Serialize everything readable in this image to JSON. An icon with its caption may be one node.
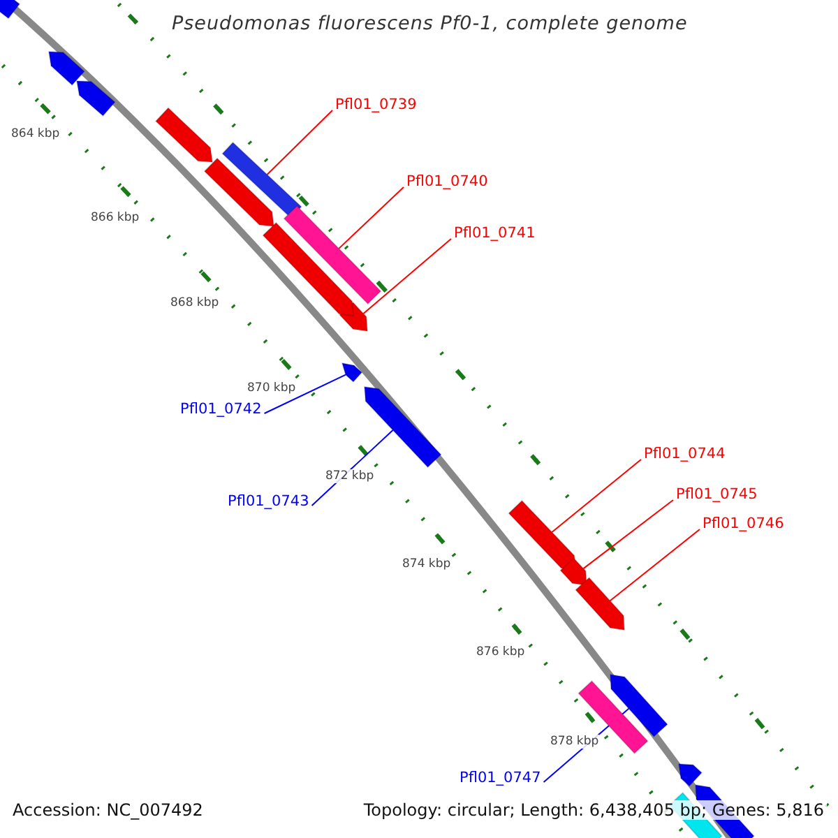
{
  "diagram": {
    "title": "Pseudomonas fluorescens Pf0-1, complete genome",
    "nodes": [
      {
        "text": [
          "Pfl01_0739"
        ]
      },
      {
        "text": [],
        "shape": "bar"
      },
      {
        "text": [
          "Pfl01_0740"
        ]
      },
      {
        "text": [],
        "shape": "bar"
      },
      {
        "text": [
          "Pfl01_0741"
        ]
      },
      {
        "text": [],
        "shape": "arrow"
      },
      {
        "text": [
          "Pfl01_0742"
        ]
      },
      {
        "text": [],
        "shape": "arrow"
      },
      {
        "text": [
          "Pfl01_0743"
        ]
      },
      {
        "text": [],
        "shape": "arrow"
      },
      {
        "text": [
          "Pfl01_0744"
        ]
      },
      {
        "text": [],
        "shape": "arrow"
      },
      {
        "text": [
          "Pfl01_0745"
        ]
      },
      {
        "text": [],
        "shape": "arrow"
      },
      {
        "text": [
          "Pfl01_0746"
        ]
      },
      {
        "text": [],
        "shape": "arrow"
      },
      {
        "text": [
          "Pfl01_0747"
        ]
      },
      {
        "text": [],
        "shape": "arrow"
      },
      {
        "text": [],
        "shape": "arrow"
      },
      {
        "text": [],
        "shape": "arrow"
      },
      {
        "text": [],
        "shape": "arrow"
      },
      {
        "text": [],
        "shape": "arrow"
      },
      {
        "text": [],
        "shape": "arrow"
      },
      {
        "text": [],
        "shape": "arrow"
      },
      {
        "text": [],
        "shape": "bar"
      },
      {
        "text": [],
        "shape": "arrow"
      },
      {
        "text": [],
        "shape": "arrow"
      },
      {
        "text": [],
        "shape": "bar"
      }
    ],
    "edges": [
      {
        "from": 0,
        "to": 1,
        "arrow": "none"
      },
      {
        "from": 2,
        "to": 3,
        "arrow": "none"
      },
      {
        "from": 4,
        "to": 5,
        "arrow": "none"
      },
      {
        "from": 6,
        "to": 7,
        "arrow": "none",
        "color": "#0000ff"
      },
      {
        "from": 8,
        "to": 9,
        "arrow": "none",
        "color": "#0000ff"
      },
      {
        "from": 10,
        "to": 11,
        "arrow": "none"
      },
      {
        "from": 12,
        "to": 13,
        "arrow": "none"
      },
      {
        "from": 14,
        "to": 15,
        "arrow": "none"
      },
      {
        "from": 16,
        "to": 17,
        "arrow": "none",
        "color": "#0000ff"
      }
    ],
    "labels": [
      "864 kbp",
      "866 kbp",
      "868 kbp",
      "870 kbp",
      "872 kbp",
      "874 kbp",
      "876 kbp",
      "878 kbp",
      "Accession: NC_007492",
      "Topology: circular; Length: 6,438,405 bp; Genes: 5,816"
    ]
  }
}
